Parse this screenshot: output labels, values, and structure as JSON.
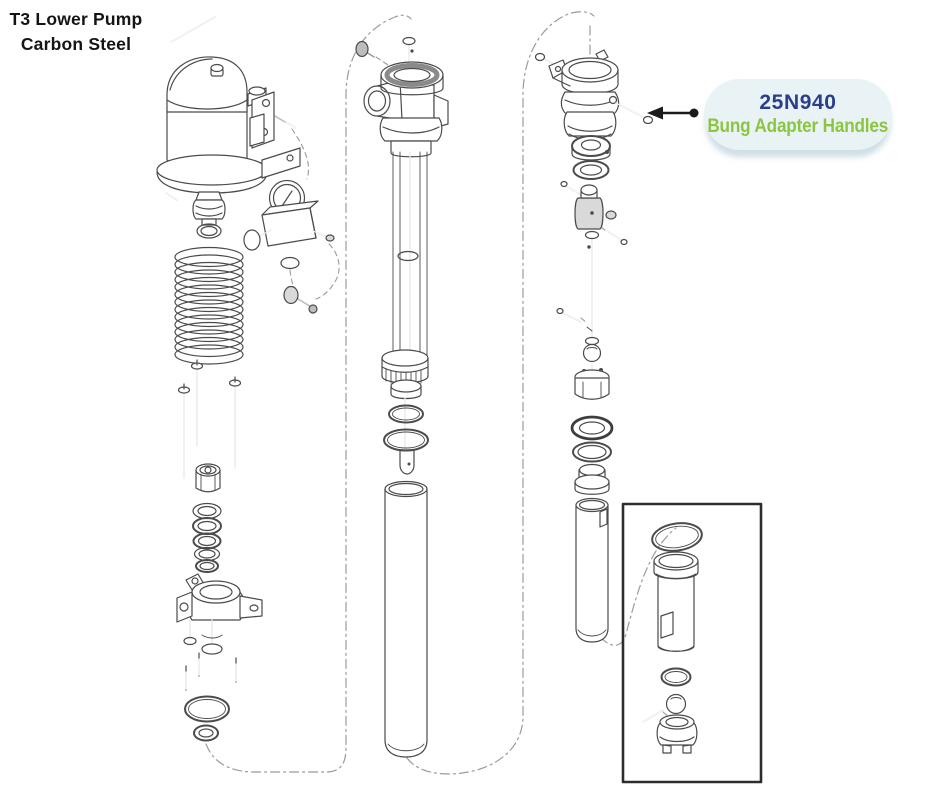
{
  "title": {
    "line1": "T3 Lower Pump",
    "line2": "Carbon Steel"
  },
  "callout": {
    "part_number": "25N940",
    "label": "Bung Adapter Handles"
  },
  "colors": {
    "background": "#ffffff",
    "part_number_navy": "#2b3e8c",
    "label_green": "#8cc63f",
    "callout_bubble_bg": "#e9f2f5",
    "drawing_ink": "#4b4b4b",
    "leader_line_gray": "#9b9b9b",
    "arrow_black": "#1a1a1a"
  },
  "icons": {
    "callout_arrow": "left-arrow-with-dot"
  },
  "diagram": {
    "type": "exploded-parts-diagram",
    "parts": [
      "air-motor-assembly",
      "air-regulator-assembly",
      "coupler-fitting",
      "compression-spring",
      "tie-rods",
      "coupling-nut",
      "throat-seal-stack",
      "pump-casting",
      "mounting-screws",
      "large-o-ring",
      "retaining-ring",
      "outlet-plug",
      "pump-head",
      "connecting-rods",
      "packing-nut-collar",
      "lower-piston-rod",
      "piston-o-rings",
      "pump-cylinder-tube",
      "bung-adapter",
      "bung-adapter-handles",
      "adapter-collar",
      "adapter-seal",
      "rod-coupler",
      "displacement-rod",
      "cotter-pins",
      "check-ball-upper",
      "valve-seat-hex",
      "right-seal-stack",
      "intake-bushing",
      "intake-tube",
      "inset-detail-box",
      "inset-o-ring",
      "foot-valve-housing",
      "foot-valve-o-ring",
      "check-ball-lower",
      "retaining-pin",
      "foot-valve-seat"
    ]
  }
}
